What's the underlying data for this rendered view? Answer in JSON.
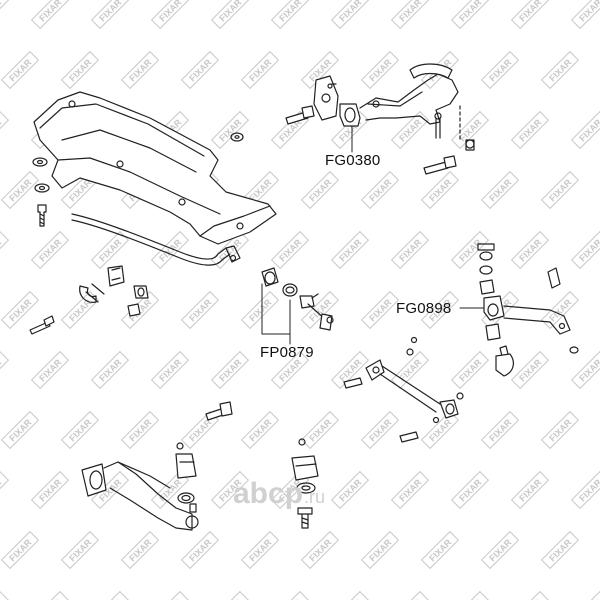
{
  "part_labels": {
    "fg0380": "FG0380",
    "fg0898": "FG0898",
    "fp0879": "FP0879"
  },
  "watermark_text": "FIXAR",
  "brand": {
    "name": "abcp",
    "suffix": ".ru"
  },
  "colors": {
    "line": "#222222",
    "watermark": "#c8c8c8",
    "brand_mark": "#d0d0d0"
  }
}
